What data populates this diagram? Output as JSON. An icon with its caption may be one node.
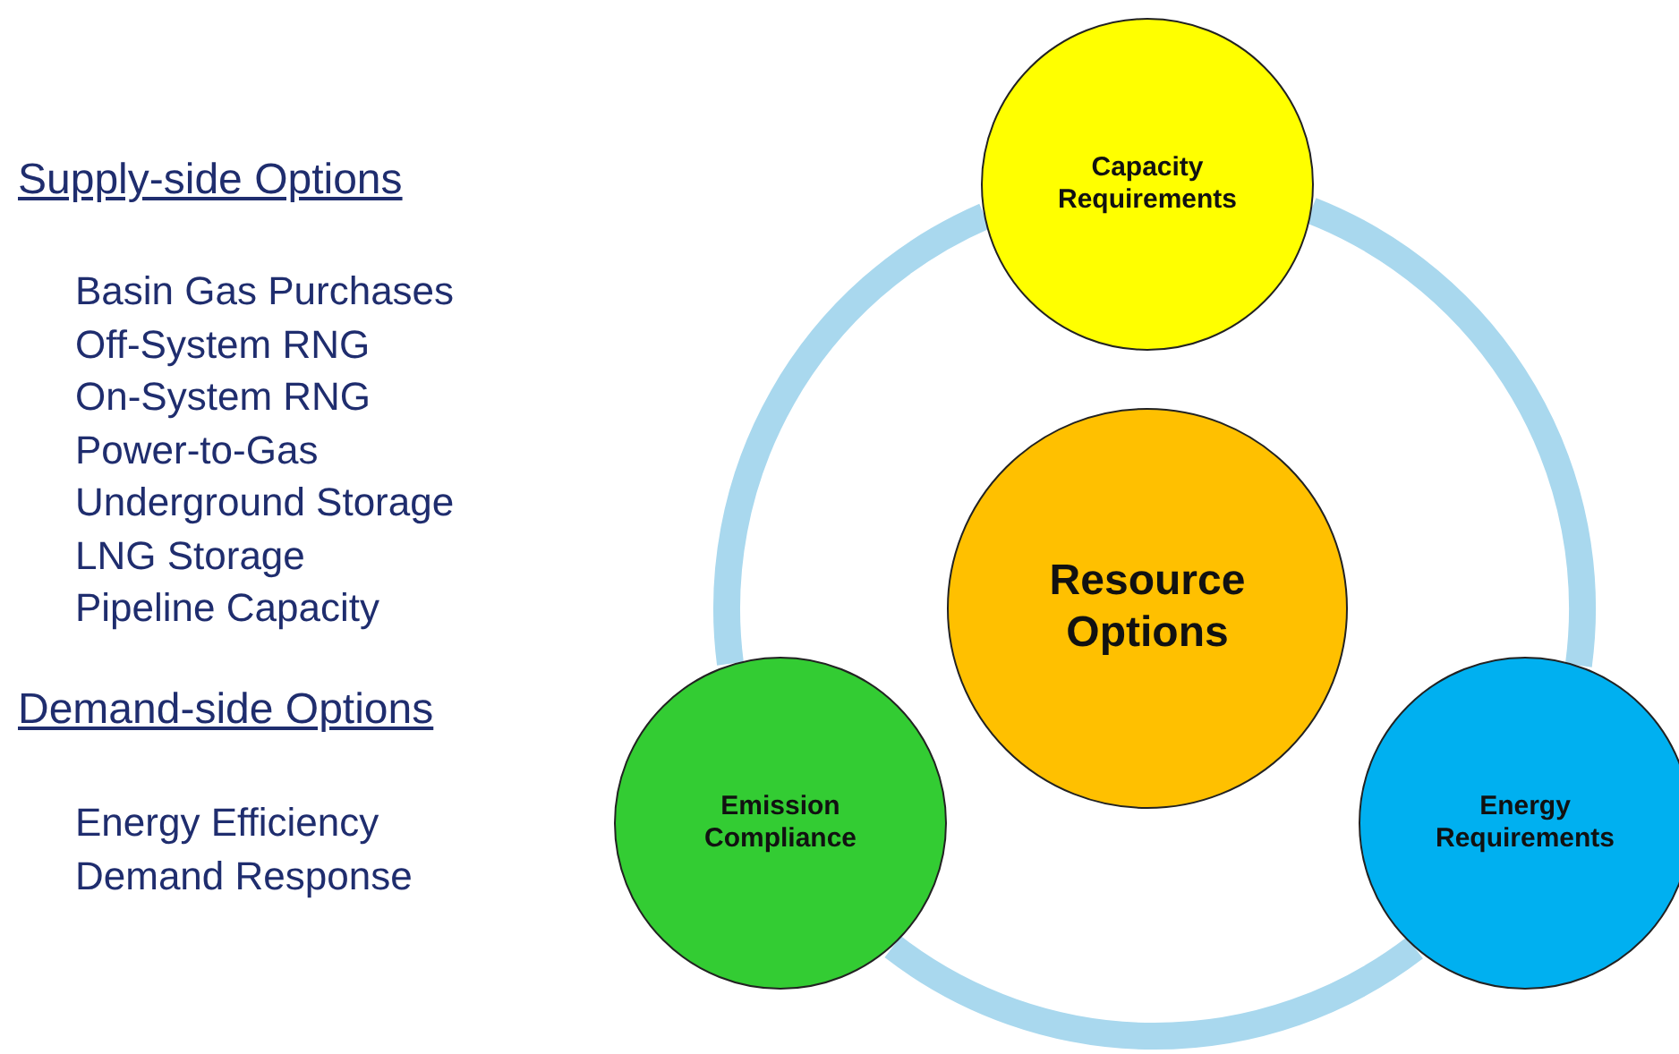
{
  "diagram": {
    "nodes": [
      {
        "text": [
          "Capacity Requirements"
        ]
      },
      {
        "text": [
          "Resource Options"
        ]
      },
      {
        "text": [
          "Emission Compliance"
        ]
      },
      {
        "text": [
          "Energy Requirements"
        ]
      }
    ],
    "edges": [
      {
        "from": 0,
        "to": 3,
        "arrow": "none"
      },
      {
        "from": 3,
        "to": 2,
        "arrow": "none"
      },
      {
        "from": 2,
        "to": 0,
        "arrow": "none"
      }
    ],
    "labels": [
      "Supply-side Options",
      "Basin Gas Purchases",
      "Off-System RNG",
      "On-System RNG",
      "Power-to-Gas",
      "Underground Storage",
      "LNG Storage",
      "Pipeline Capacity",
      "Demand-side Options",
      "Energy Efficiency",
      "Demand Response"
    ]
  }
}
